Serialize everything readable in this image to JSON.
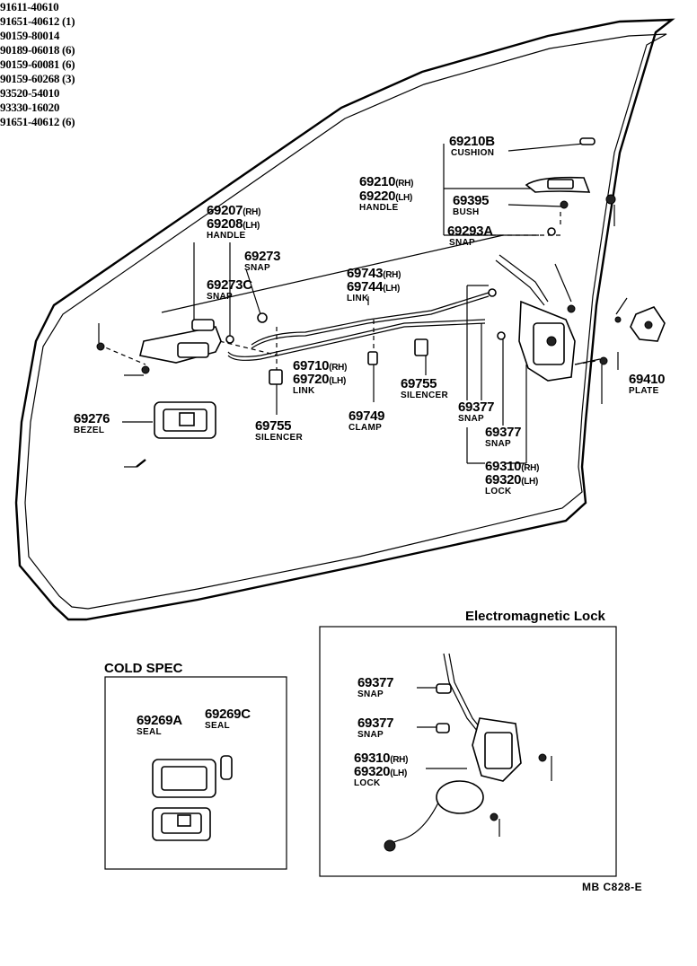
{
  "parts": {
    "p69210B": {
      "number": "69210B",
      "name": "CUSHION"
    },
    "p69210": {
      "number": "69210",
      "side": "(RH)",
      "number2": "69220",
      "side2": "(LH)",
      "name": "HANDLE"
    },
    "p69395": {
      "number": "69395",
      "name": "BUSH"
    },
    "p69293A": {
      "number": "69293A",
      "name": "SNAP"
    },
    "p91611": {
      "number": "91611-40610"
    },
    "p69207": {
      "number": "69207",
      "side": "(RH)",
      "number2": "69208",
      "side2": "(LH)",
      "name": "HANDLE"
    },
    "p69273": {
      "number": "69273",
      "name": "SNAP"
    },
    "p69273C": {
      "number": "69273C",
      "name": "SNAP"
    },
    "p69743": {
      "number": "69743",
      "side": "(RH)",
      "number2": "69744",
      "side2": "(LH)",
      "name": "LINK"
    },
    "p91651a": {
      "number": "91651-40612 (1)"
    },
    "p90159_80014": {
      "number": "90159-80014"
    },
    "p90189": {
      "number": "90189-06018 (6)"
    },
    "p90159_60081": {
      "number": "90159-60081 (6)"
    },
    "p69710": {
      "number": "69710",
      "side": "(RH)",
      "number2": "69720",
      "side2": "(LH)",
      "name": "LINK"
    },
    "p69755a": {
      "number": "69755",
      "name": "SILENCER"
    },
    "p69755b": {
      "number": "69755",
      "name": "SILENCER"
    },
    "p69749": {
      "number": "69749",
      "name": "CLAMP"
    },
    "p69377a": {
      "number": "69377",
      "name": "SNAP"
    },
    "p69377b": {
      "number": "69377",
      "name": "SNAP"
    },
    "p69310": {
      "number": "69310",
      "side": "(RH)",
      "number2": "69320",
      "side2": "(LH)",
      "name": "LOCK"
    },
    "p69410": {
      "number": "69410",
      "name": "PLATE"
    },
    "p90159_60268": {
      "number": "90159-60268 (3)"
    },
    "p69276": {
      "number": "69276",
      "name": "BEZEL"
    },
    "p93520": {
      "number": "93520-54010"
    }
  },
  "cold_spec": {
    "title": "COLD  SPEC",
    "seal_a": {
      "number": "69269A",
      "name": "SEAL"
    },
    "seal_c": {
      "number": "69269C",
      "name": "SEAL"
    }
  },
  "em_lock": {
    "title": "Electromagnetic Lock",
    "snap1": {
      "number": "69377",
      "name": "SNAP"
    },
    "snap2": {
      "number": "69377",
      "name": "SNAP"
    },
    "lock": {
      "number": "69310",
      "side": "(RH)",
      "number2": "69320",
      "side2": "(LH)",
      "name": "LOCK"
    },
    "screw1": {
      "number": "93330-16020"
    },
    "screw2": {
      "number": "91651-40612 (6)"
    }
  },
  "diagram_code": "MB  C828-E"
}
